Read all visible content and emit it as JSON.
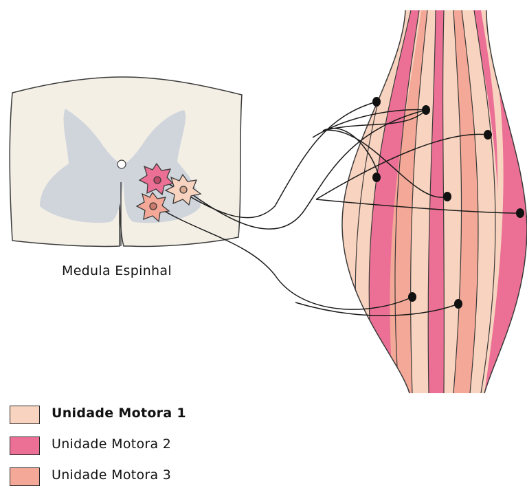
{
  "caption": "Medula Espinhal",
  "colors": {
    "motor_unit_1": "#f8d3bf",
    "motor_unit_2": "#ec7096",
    "motor_unit_3": "#f4a897",
    "cord_background": "#f3efe5",
    "grey_matter": "#d0d5dc",
    "nerve": "#1a1a1a"
  },
  "legend": [
    {
      "label": "Unidade Motora 1",
      "color_key": "motor_unit_1"
    },
    {
      "label": "Unidade Motora 2",
      "color_key": "motor_unit_2"
    },
    {
      "label": "Unidade Motora 3",
      "color_key": "motor_unit_3"
    }
  ]
}
